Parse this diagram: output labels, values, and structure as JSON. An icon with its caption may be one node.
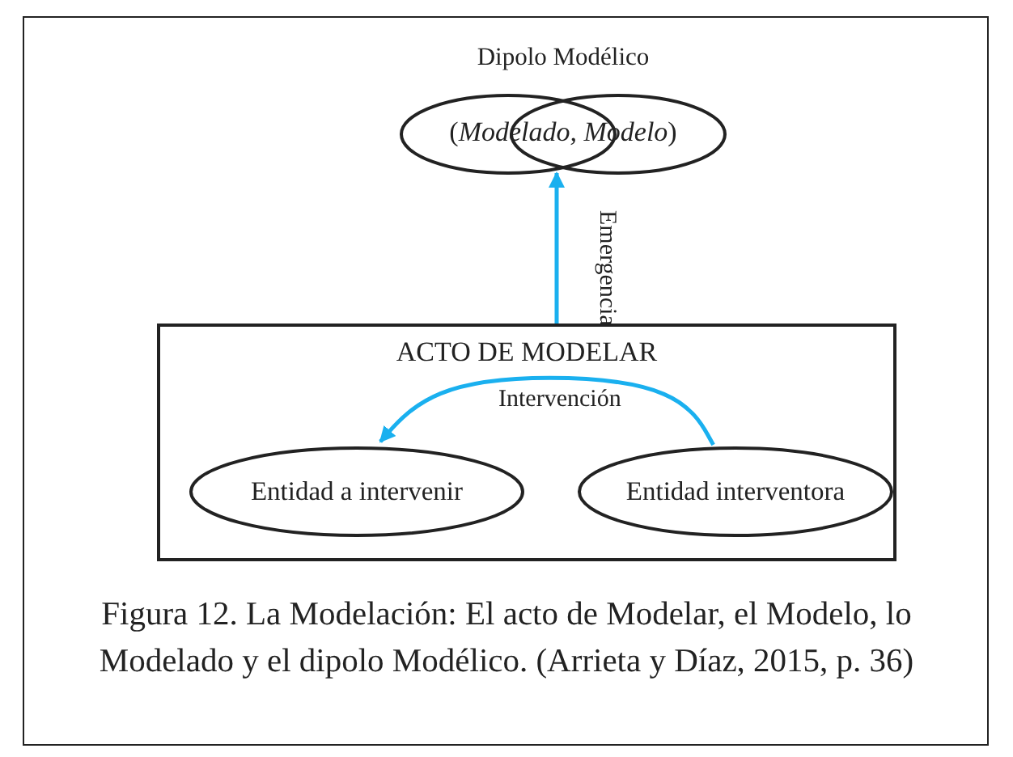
{
  "diagram": {
    "caption": "Figura 12. La Modelación: El acto de Modelar, el Modelo, lo Modelado y el dipolo Modélico. (Arrieta y Díaz, 2015, p. 36)",
    "nodes": [
      {
        "text": [
          "Dipolo Modélico",
          "(*Modelado, Modelo*)"
        ]
      },
      {
        "text": [
          "ACTO DE MODELAR"
        ]
      },
      {
        "text": [
          "Entidad a intervenir"
        ],
        "in": 1
      },
      {
        "text": [
          "Entidad interventora"
        ],
        "in": 1
      }
    ],
    "edges": [
      {
        "from": 1,
        "to": 0,
        "arrow": "to",
        "label": "Emergencia"
      },
      {
        "from": 3,
        "to": 2,
        "arrow": "to",
        "label": "Intervención"
      }
    ]
  }
}
